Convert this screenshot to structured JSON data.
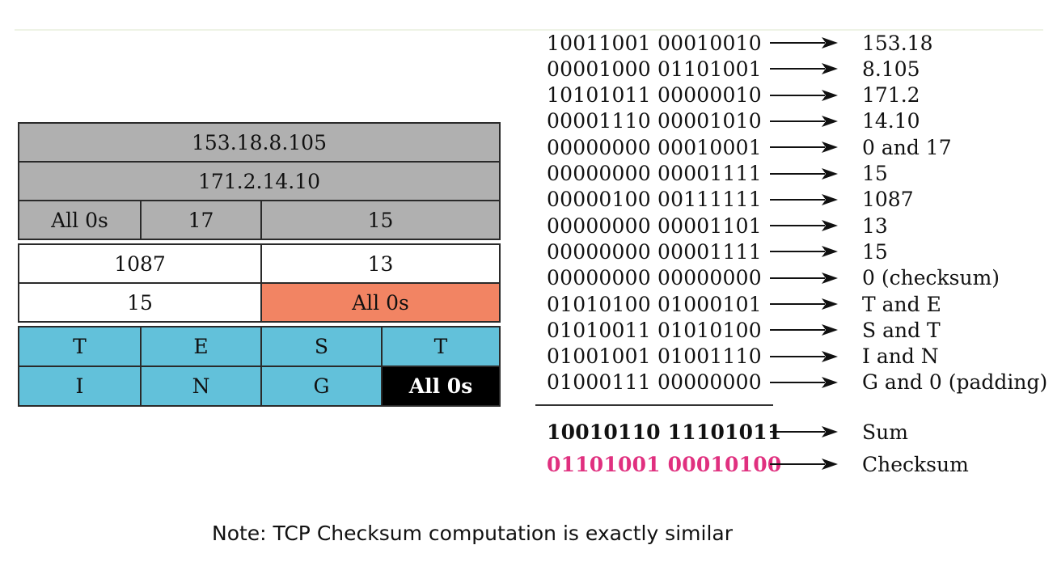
{
  "header_table": {
    "source_ip": "153.18.8.105",
    "dest_ip": "171.2.14.10",
    "zeros": "All 0s",
    "protocol": "17",
    "length": "15"
  },
  "udp_header": {
    "source_port": "1087",
    "dest_port": "13",
    "length": "15",
    "checksum": "All 0s"
  },
  "data_table": {
    "row1": [
      "T",
      "E",
      "S",
      "T"
    ],
    "row2": [
      "I",
      "N",
      "G"
    ],
    "padding": "All 0s"
  },
  "colors": {
    "pseudo_header": "#b0b0b0",
    "checksum_field": "#f28463",
    "data": "#62c1da",
    "padding": "#000000",
    "checksum_result": "#e0307f"
  },
  "computation": [
    {
      "bits": "10011001  00010010",
      "result": "153.18"
    },
    {
      "bits": "00001000  01101001",
      "result": "8.105"
    },
    {
      "bits": "10101011  00000010",
      "result": "171.2"
    },
    {
      "bits": "00001110  00001010",
      "result": "14.10"
    },
    {
      "bits": "00000000  00010001",
      "result": "0 and 17"
    },
    {
      "bits": "00000000  00001111",
      "result": "15"
    },
    {
      "bits": "00000100  00111111",
      "result": "1087"
    },
    {
      "bits": "00000000  00001101",
      "result": "13"
    },
    {
      "bits": "00000000  00001111",
      "result": "15"
    },
    {
      "bits": "00000000  00000000",
      "result": "0 (checksum)"
    },
    {
      "bits": "01010100  01000101",
      "result": "T and E"
    },
    {
      "bits": "01010011  01010100",
      "result": "S and T"
    },
    {
      "bits": "01001001  01001110",
      "result": "I and N"
    },
    {
      "bits": "01000111  00000000",
      "result": "G and 0 (padding)"
    }
  ],
  "sum": {
    "bits": "10010110  11101011",
    "label": "Sum"
  },
  "checksum": {
    "bits": "01101001  00010100",
    "label": "Checksum"
  },
  "note": "Note: TCP Checksum computation is exactly similar"
}
